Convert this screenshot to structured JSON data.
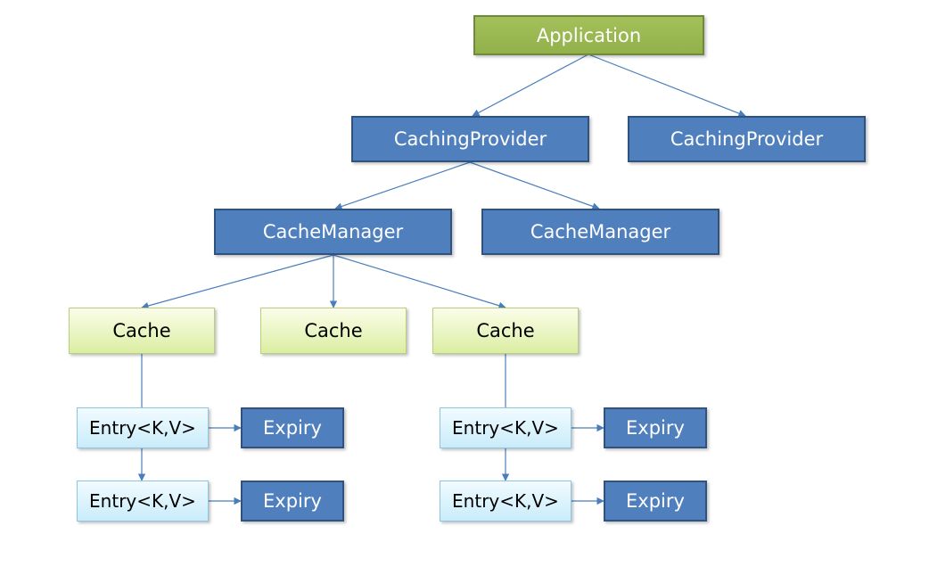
{
  "diagram": {
    "application": "Application",
    "caching_provider_1": "CachingProvider",
    "caching_provider_2": "CachingProvider",
    "cache_manager_1": "CacheManager",
    "cache_manager_2": "CacheManager",
    "cache_1": "Cache",
    "cache_2": "Cache",
    "cache_3": "Cache",
    "entry_1": "Entry<K,V>",
    "entry_2": "Entry<K,V>",
    "entry_3": "Entry<K,V>",
    "entry_4": "Entry<K,V>",
    "expiry_1": "Expiry",
    "expiry_2": "Expiry",
    "expiry_3": "Expiry",
    "expiry_4": "Expiry"
  },
  "colors": {
    "application_fill": "#9bbb59",
    "dark_node_fill": "#4f81bd",
    "cache_fill": "#d7ecb0",
    "entry_fill": "#d5f0fb",
    "connector": "#4a7ebb"
  }
}
